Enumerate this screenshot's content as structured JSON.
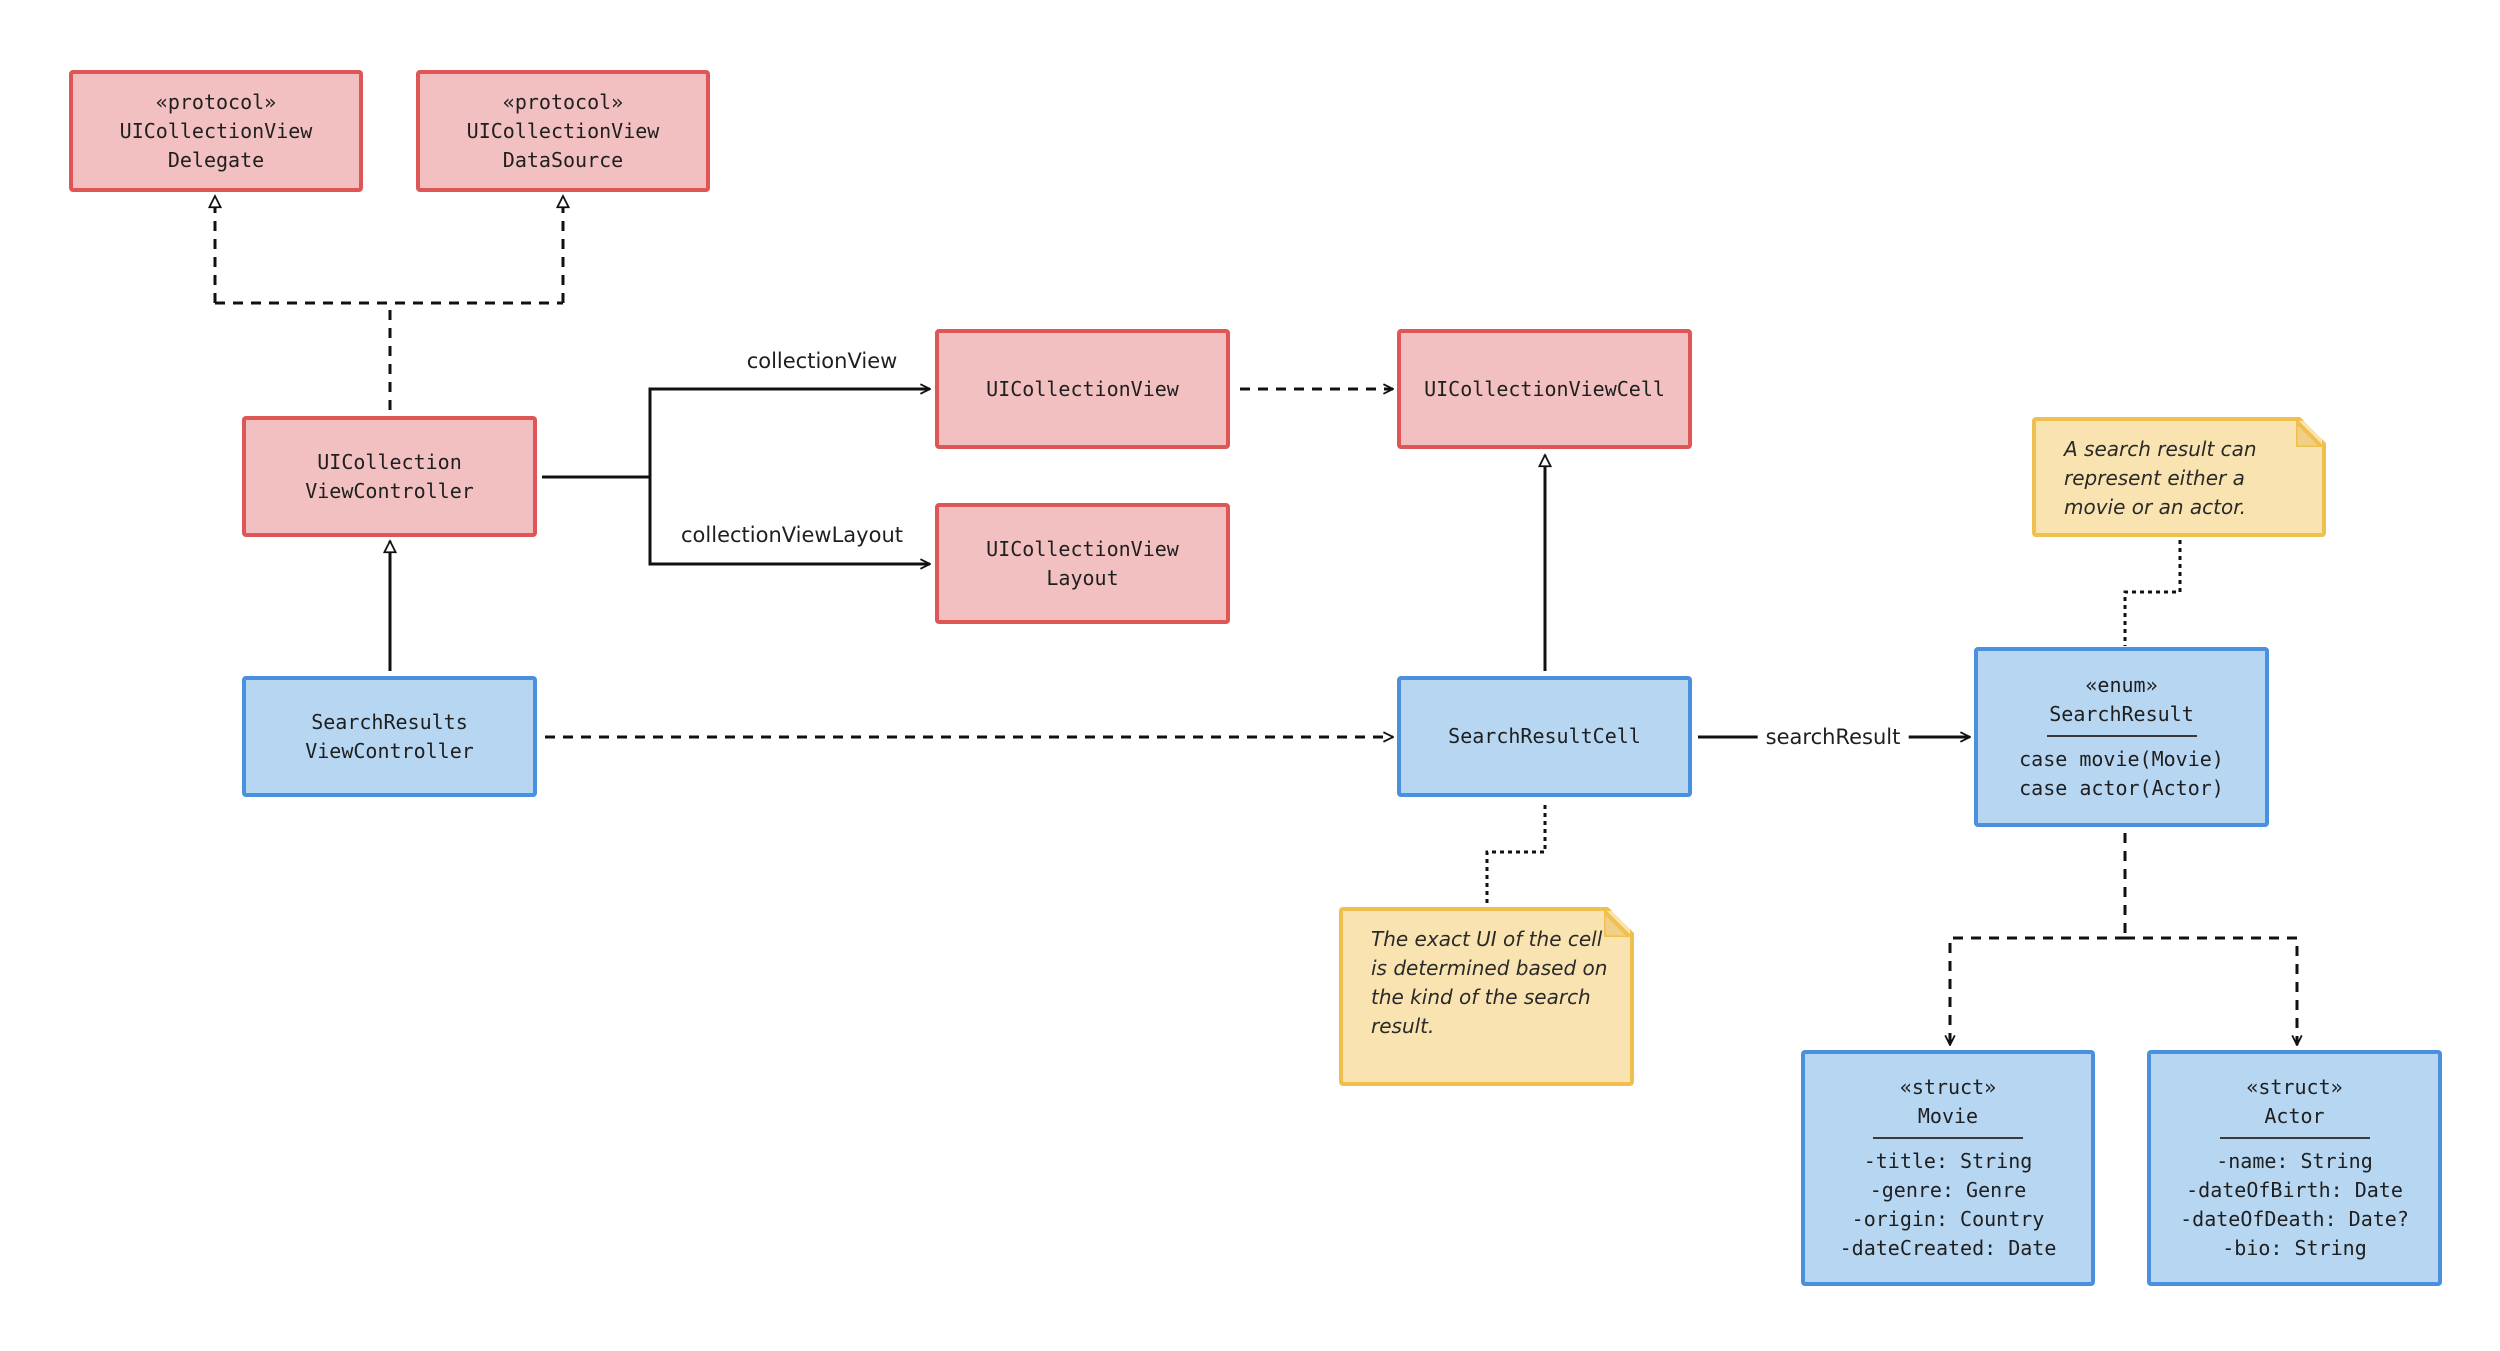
{
  "nodes": {
    "delegate_protocol": {
      "lines": [
        "«protocol»",
        "UICollectionView",
        "Delegate"
      ]
    },
    "datasource_protocol": {
      "lines": [
        "«protocol»",
        "UICollectionView",
        "DataSource"
      ]
    },
    "collection_view_controller": {
      "lines": [
        "UICollection",
        "ViewController"
      ]
    },
    "collection_view": {
      "lines": [
        "UICollectionView"
      ]
    },
    "collection_view_layout": {
      "lines": [
        "UICollectionView",
        "Layout"
      ]
    },
    "collection_view_cell": {
      "lines": [
        "UICollectionViewCell"
      ]
    },
    "search_results_view_controller": {
      "lines": [
        "SearchResults",
        "ViewController"
      ]
    },
    "search_result_cell": {
      "lines": [
        "SearchResultCell"
      ]
    },
    "search_result_enum": {
      "stereotype": "«enum»",
      "name": "SearchResult",
      "members": [
        "case movie(Movie)",
        "case actor(Actor)"
      ]
    },
    "movie_struct": {
      "stereotype": "«struct»",
      "name": "Movie",
      "members": [
        "-title: String",
        "-genre: Genre",
        "-origin: Country",
        "-dateCreated: Date"
      ]
    },
    "actor_struct": {
      "stereotype": "«struct»",
      "name": "Actor",
      "members": [
        "-name: String",
        "-dateOfBirth: Date",
        "-dateOfDeath: Date?",
        "-bio: String"
      ]
    }
  },
  "notes": {
    "search_result_note": [
      "A search result can",
      "represent either a",
      "movie or an actor."
    ],
    "cell_note": [
      "The exact UI of the cell",
      "is determined based on",
      "the kind of the search",
      "result."
    ]
  },
  "edge_labels": {
    "collection_view": "collectionView",
    "collection_view_layout": "collectionViewLayout",
    "search_result": "searchResult"
  },
  "colors": {
    "framework_fill": "#f2c0c0",
    "framework_border": "#df5656",
    "app_fill": "#b6d6f2",
    "app_border": "#4a90de",
    "note_fill": "#f9e3b1",
    "note_border": "#efc04e",
    "line": "#111111"
  }
}
